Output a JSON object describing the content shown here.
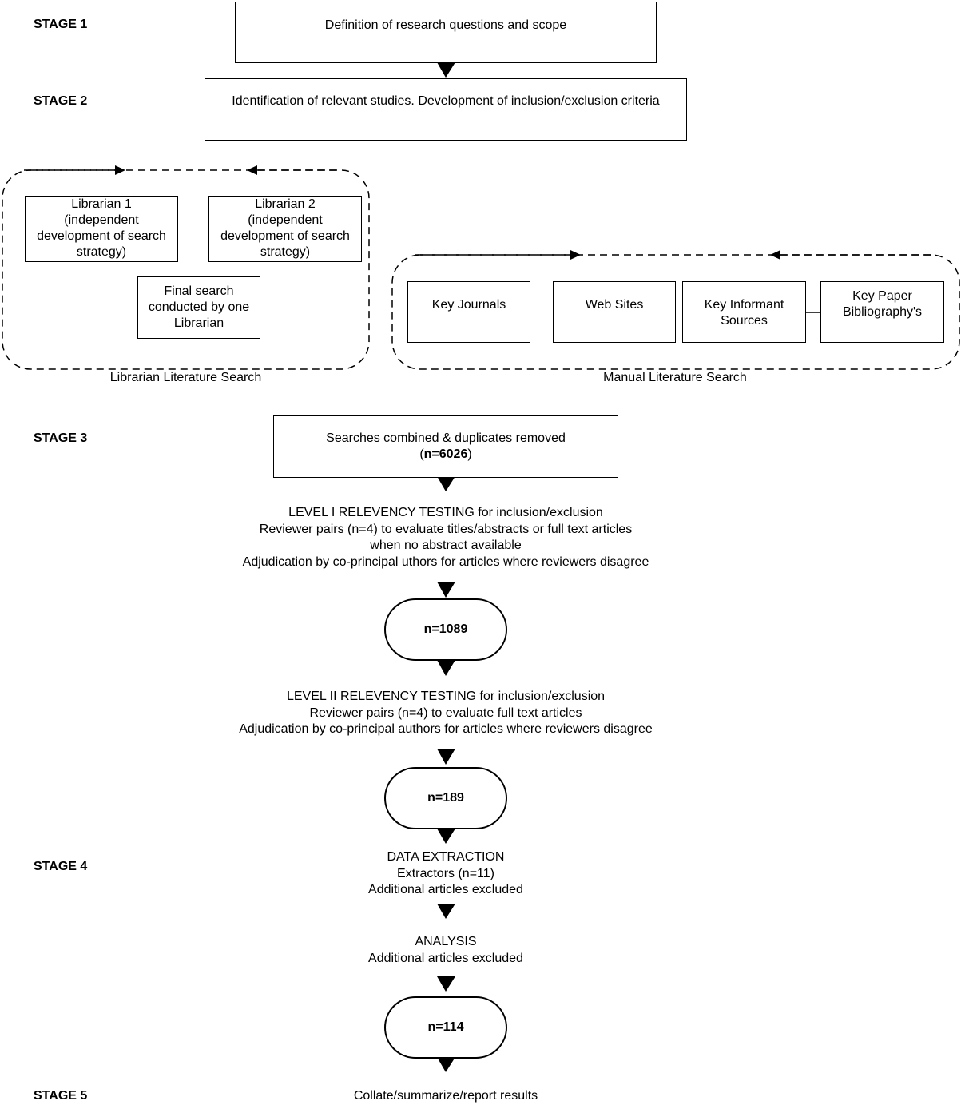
{
  "stages": {
    "s1": "STAGE 1",
    "s2": "STAGE 2",
    "s3": "STAGE 3",
    "s4": "STAGE 4",
    "s5": "STAGE 5"
  },
  "stage1_box": "Definition of research questions and scope",
  "stage2_box": "Identification of relevant studies. Development of inclusion/exclusion criteria",
  "librarian_search": {
    "caption": "Librarian Literature Search",
    "librarian1": [
      "Librarian 1",
      "(independent",
      "development of search",
      "strategy)"
    ],
    "librarian2": [
      "Librarian 2",
      "(independent",
      "development of search",
      "strategy)"
    ],
    "final": [
      "Final search",
      "conducted by one",
      "Librarian"
    ]
  },
  "manual_search": {
    "caption": "Manual Literature Search",
    "key_journals": "Key Journals",
    "web_sites": "Web Sites",
    "key_informant": [
      "Key Informant",
      "Sources"
    ],
    "key_paper": [
      "Key Paper",
      "Bibliography's"
    ]
  },
  "stage3_box": {
    "line1": "Searches combined & duplicates removed",
    "open_paren": "(",
    "count": "n=6026",
    "close_paren": ")"
  },
  "level1": [
    "LEVEL I RELEVENCY TESTING for inclusion/exclusion",
    "Reviewer pairs (n=4) to evaluate titles/abstracts or full text articles",
    "when no abstract available",
    "Adjudication by co-principal   uthors for articles where reviewers disagree"
  ],
  "count_1089": "n=1089",
  "level2": [
    "LEVEL II RELEVENCY TESTING for inclusion/exclusion",
    "Reviewer pairs (n=4) to evaluate full text articles",
    "Adjudication by co-principal authors for articles where reviewers disagree"
  ],
  "count_189": "n=189",
  "data_extraction": [
    "DATA EXTRACTION",
    "Extractors (n=11)",
    "Additional articles excluded"
  ],
  "analysis": [
    "ANALYSIS",
    "Additional articles excluded"
  ],
  "count_114": "n=114",
  "final_step": "Collate/summarize/report results"
}
